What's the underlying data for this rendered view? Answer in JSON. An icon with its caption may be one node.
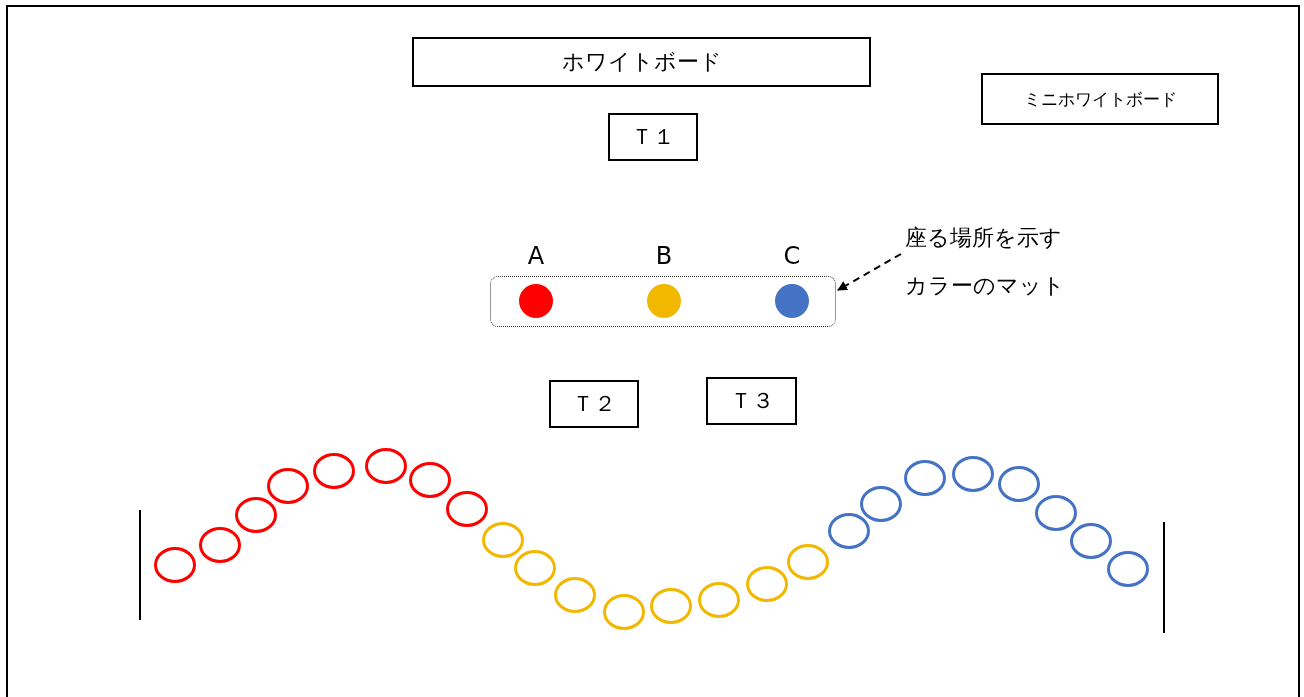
{
  "diagram": {
    "nodes": [
      {
        "text": [
          "ホワイトボード"
        ]
      },
      {
        "text": [
          "ミニホワイトボード"
        ]
      },
      {
        "text": [
          "Ｔ１"
        ]
      },
      {
        "text": [],
        "shape": "box"
      },
      {
        "text": [
          "A"
        ],
        "in": 3
      },
      {
        "text": [
          "B"
        ],
        "in": 3
      },
      {
        "text": [
          "C"
        ],
        "in": 3
      },
      {
        "text": [
          "座る場所を示すカラーのマット"
        ]
      },
      {
        "text": [
          "Ｔ２"
        ]
      },
      {
        "text": [
          "Ｔ３"
        ]
      },
      {
        "text": [],
        "shape": "circle"
      },
      {
        "text": [],
        "shape": "circle"
      },
      {
        "text": [],
        "shape": "circle"
      },
      {
        "text": [],
        "shape": "circle"
      },
      {
        "text": [],
        "shape": "circle"
      },
      {
        "text": [],
        "shape": "circle"
      },
      {
        "text": [],
        "shape": "circle"
      },
      {
        "text": [],
        "shape": "circle"
      },
      {
        "text": [],
        "shape": "circle"
      },
      {
        "text": [],
        "shape": "circle"
      },
      {
        "text": [],
        "shape": "circle"
      },
      {
        "text": [],
        "shape": "circle"
      },
      {
        "text": [],
        "shape": "circle"
      },
      {
        "text": [],
        "shape": "circle"
      },
      {
        "text": [],
        "shape": "circle"
      },
      {
        "text": [],
        "shape": "circle"
      },
      {
        "text": [],
        "shape": "circle"
      },
      {
        "text": [],
        "shape": "circle"
      },
      {
        "text": [],
        "shape": "circle"
      },
      {
        "text": [],
        "shape": "circle"
      },
      {
        "text": [],
        "shape": "circle"
      },
      {
        "text": [],
        "shape": "circle"
      },
      {
        "text": [],
        "shape": "circle"
      },
      {
        "text": [],
        "shape": "circle"
      }
    ],
    "edges": [
      {
        "from": 7,
        "to": 3,
        "arrow": "to",
        "style": "dashed"
      }
    ]
  }
}
